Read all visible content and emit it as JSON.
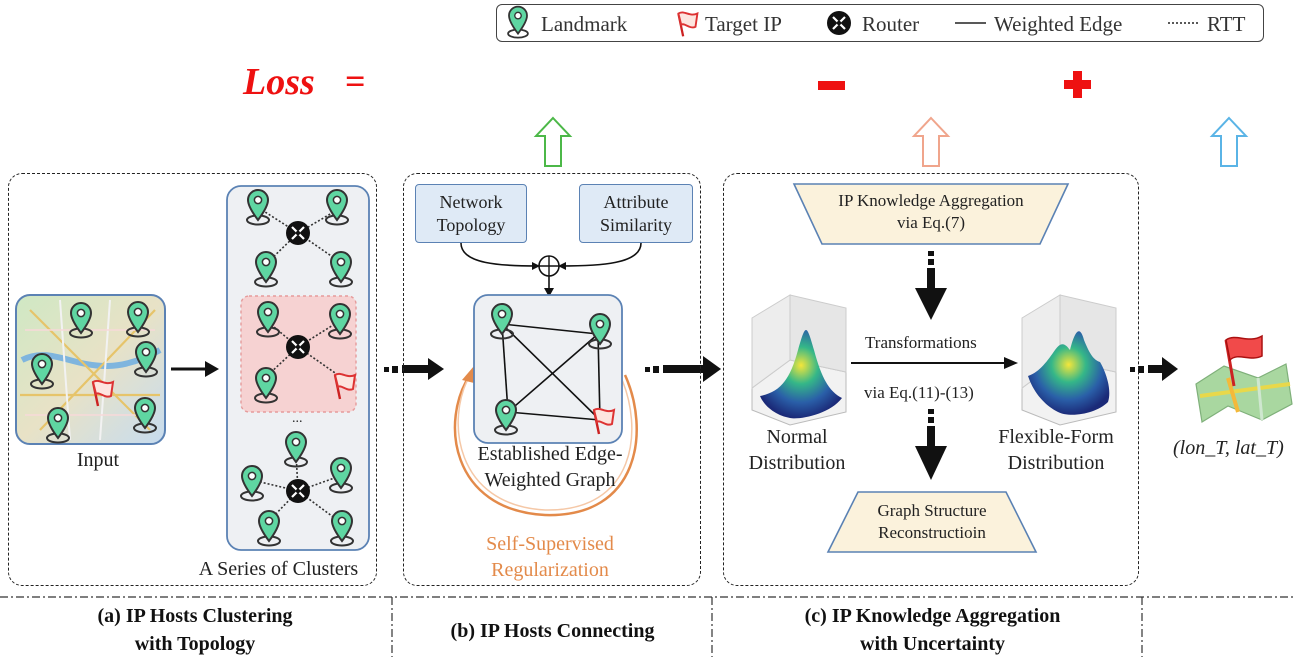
{
  "legend": {
    "landmark": "Landmark",
    "target_ip": "Target IP",
    "router": "Router",
    "weighted_edge": "Weighted Edge",
    "rtt": "RTT"
  },
  "loss": {
    "label": "Loss",
    "equals": "=",
    "minus": "−",
    "plus": "+"
  },
  "panel_a": {
    "input_label": "Input",
    "clusters_label": "A Series of Clusters",
    "ellipsis": "...",
    "caption_line1": "(a) IP Hosts Clustering",
    "caption_line2": "with Topology"
  },
  "panel_b": {
    "network_topology_line1": "Network",
    "network_topology_line2": "Topology",
    "attribute_similarity_line1": "Attribute",
    "attribute_similarity_line2": "Similarity",
    "graph_label_line1": "Established Edge-",
    "graph_label_line2": "Weighted Graph",
    "ssr_line1": "Self-Supervised",
    "ssr_line2": "Regularization",
    "caption": "(b) IP Hosts Connecting"
  },
  "panel_c": {
    "aggregation_line1": "IP Knowledge Aggregation",
    "aggregation_line2": "via Eq.(7)",
    "transformations": "Transformations",
    "via_eq": "via Eq.(11)-(13)",
    "normal_line1": "Normal",
    "normal_line2": "Distribution",
    "flexible_line1": "Flexible-Form",
    "flexible_line2": "Distribution",
    "reconstruction_line1": "Graph Structure",
    "reconstruction_line2": "Reconstructioin",
    "caption_line1": "(c) IP Knowledge Aggregation",
    "caption_line2": "with Uncertainty"
  },
  "output": {
    "estimate": "(lon_T, lat_T)"
  },
  "colors": {
    "loss_red": "#e11111",
    "landmark_green": "#5fd6a2",
    "target_red": "#e23b3b",
    "box_blue": "#dfeaf6",
    "trap_cream": "#fbf2dc",
    "ssr_orange": "#e38a4a",
    "arrow_green": "#4cb848",
    "arrow_salmon": "#f0a58c",
    "arrow_cyan": "#5ab4e6"
  }
}
